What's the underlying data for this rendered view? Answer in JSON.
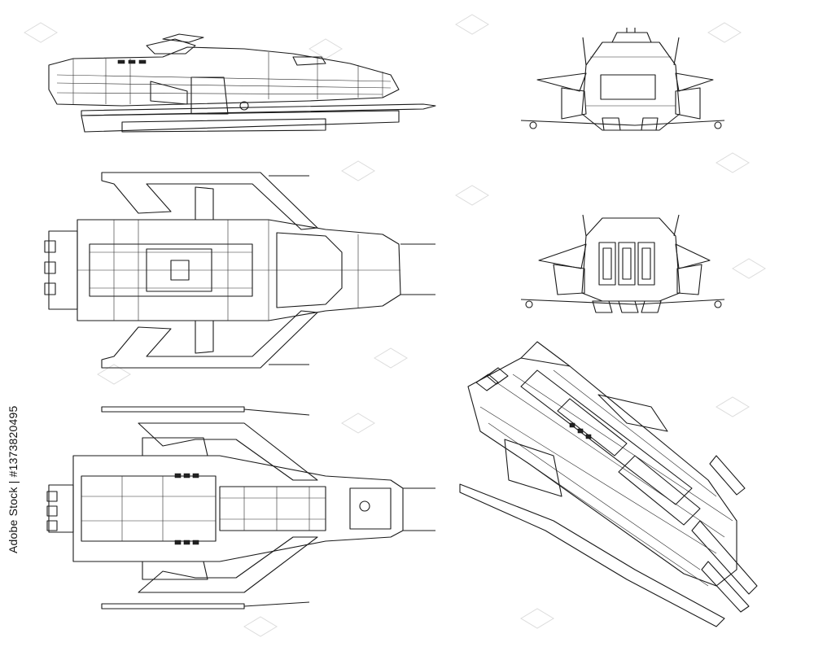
{
  "image": {
    "subject": "wireframe spaceship blueprint views",
    "line_color": "#1a1a1a",
    "background": "#ffffff",
    "watermark_text": "Adobe Stock"
  },
  "stock_id": "Adobe Stock | #137382049 5",
  "stock_id_text": "Adobe Stock | #1373820495"
}
